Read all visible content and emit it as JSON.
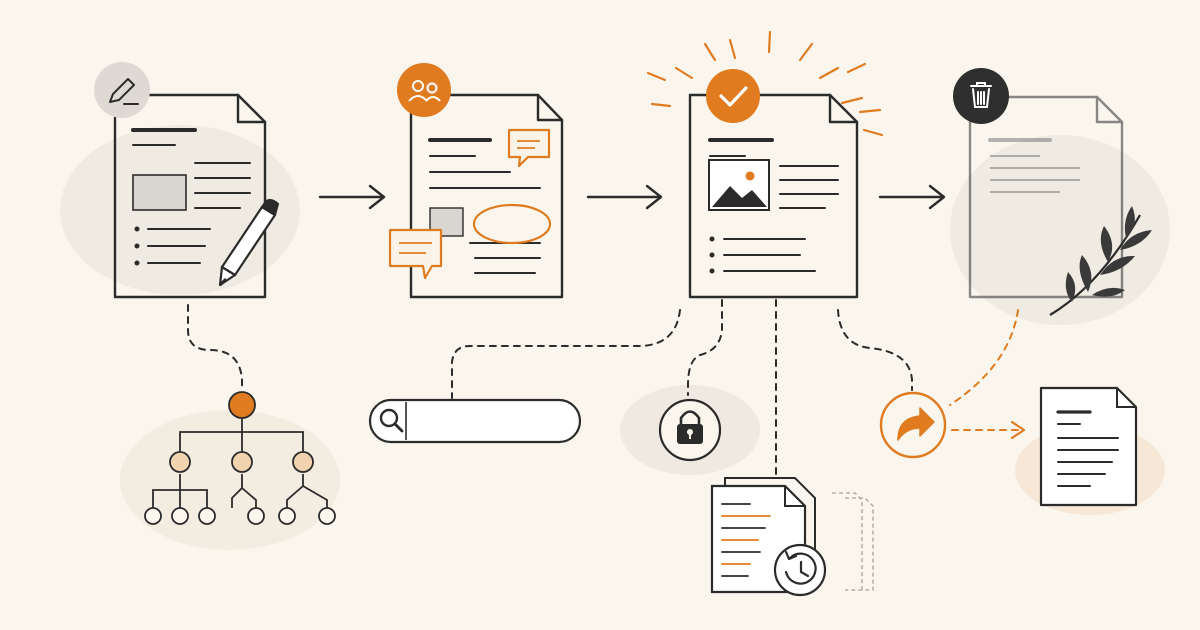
{
  "colors": {
    "background": "#faf6ee",
    "ink": "#2b2b2b",
    "accent": "#e07b1f",
    "accent_light": "#f1d3b0",
    "muted": "#9a9a9a"
  },
  "stages": [
    {
      "name": "draft",
      "badge_icon": "pencil-icon"
    },
    {
      "name": "review",
      "badge_icon": "people-icon"
    },
    {
      "name": "approved",
      "badge_icon": "checkmark-icon"
    },
    {
      "name": "archived",
      "badge_icon": "trash-icon"
    }
  ],
  "side_nodes": [
    {
      "name": "hierarchy",
      "icon": "tree-hierarchy-icon"
    },
    {
      "name": "search",
      "icon": "search-icon"
    },
    {
      "name": "security",
      "icon": "lock-icon"
    },
    {
      "name": "versions",
      "icon": "history-icon"
    },
    {
      "name": "share",
      "icon": "share-arrow-icon"
    },
    {
      "name": "shared-document",
      "icon": "document-icon"
    }
  ],
  "search": {
    "placeholder": ""
  }
}
